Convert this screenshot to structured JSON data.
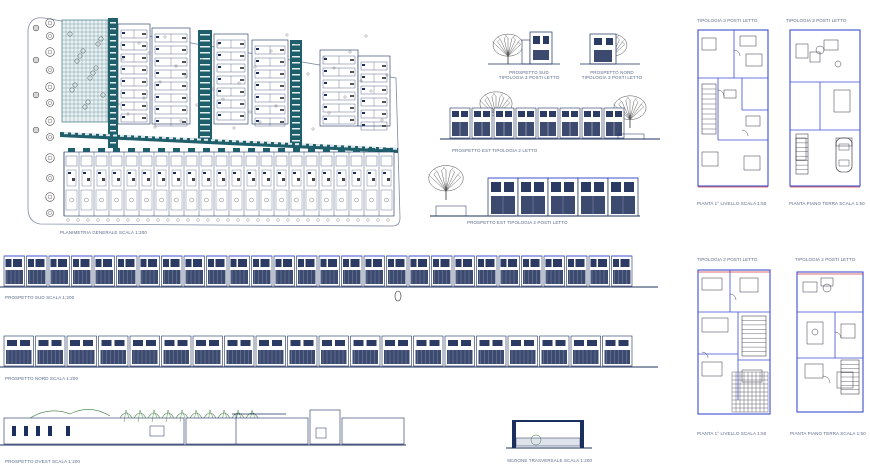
{
  "colors": {
    "ink": "#1b2f5e",
    "teal": "#1f5f6b",
    "blue": "#3d4fd0",
    "red": "#d23b3b",
    "tree": "#4a4a4a"
  },
  "labels": {
    "site_plan": "PLANIMETRIA GENERALE SCALA 1:200",
    "elev_south_t3": "PROSPETTO SUD\nTIPOLOGIA 3 POSTI LETTO",
    "elev_north_t3": "PROSPETTO NORD\nTIPOLOGIA 3 POSTI LETTO",
    "elev_east_t2_a": "PROSPETTO EST     TIPOLOGIA 2 LETTO",
    "elev_east_t2_b": "PROSPETTO EST     TIPOLOGIA 2 POSTI LETTO",
    "plan_t3_a_title": "TIPOLOGIA 3 POSTI LETTO",
    "plan_t3_b_title": "TIPOLOGIA 3 POSTI LETTO",
    "plan_t3_a_caption": "PIANTA 1° LIVELLO  SCALA 1:50",
    "plan_t3_b_caption": "PIANTA PIANO TERRA  SCALA 1:50",
    "plan_t2_a_title": "TIPOLOGIA 2 POSTI LETTO",
    "plan_t2_b_title": "TIPOLOGIA 2 POSTI LETTO",
    "plan_t2_a_caption": "PIANTA 1° LIVELLO  SCALA 1:50",
    "plan_t2_b_caption": "PIANTA PIANO TERRA  SCALA 1:50",
    "strip_south": "PROSPETTO SUD    SCALA 1:200",
    "strip_north": "PROSPETTO NORD    SCALA 1:200",
    "strip_west": "PROSPETTO OVEST    SCALA 1:200",
    "section": "SEZIONE TRASVERSALE  SCALA 1:200"
  }
}
